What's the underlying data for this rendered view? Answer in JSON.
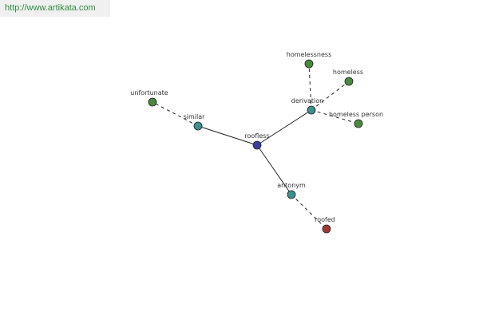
{
  "site": {
    "url_text": "http://www.artikata.com"
  },
  "colors": {
    "center": "#3a3f9e",
    "relation": "#3f8f8f",
    "related": "#4a8a3e",
    "antonym_word": "#a03838",
    "edge": "#222222",
    "link_text": "#2e8b3e"
  },
  "graph": {
    "nodes": [
      {
        "id": "roofless",
        "label": "roofless",
        "kind": "center"
      },
      {
        "id": "similar",
        "label": "similar",
        "kind": "relation"
      },
      {
        "id": "derivation",
        "label": "derivation",
        "kind": "relation"
      },
      {
        "id": "antonym",
        "label": "antonym",
        "kind": "relation"
      },
      {
        "id": "unfortunate",
        "label": "unfortunate",
        "kind": "related"
      },
      {
        "id": "homelessness",
        "label": "homelessness",
        "kind": "related"
      },
      {
        "id": "homeless",
        "label": "homeless",
        "kind": "related"
      },
      {
        "id": "homeless-person",
        "label": "homeless person",
        "kind": "related"
      },
      {
        "id": "roofed",
        "label": "roofed",
        "kind": "antonym_word"
      }
    ],
    "edges": [
      {
        "from": "roofless",
        "to": "similar",
        "style": "solid"
      },
      {
        "from": "roofless",
        "to": "derivation",
        "style": "solid"
      },
      {
        "from": "roofless",
        "to": "antonym",
        "style": "solid"
      },
      {
        "from": "similar",
        "to": "unfortunate",
        "style": "dashed"
      },
      {
        "from": "derivation",
        "to": "homelessness",
        "style": "dashed"
      },
      {
        "from": "derivation",
        "to": "homeless",
        "style": "dashed"
      },
      {
        "from": "derivation",
        "to": "homeless-person",
        "style": "dashed"
      },
      {
        "from": "antonym",
        "to": "roofed",
        "style": "dashed"
      }
    ]
  }
}
